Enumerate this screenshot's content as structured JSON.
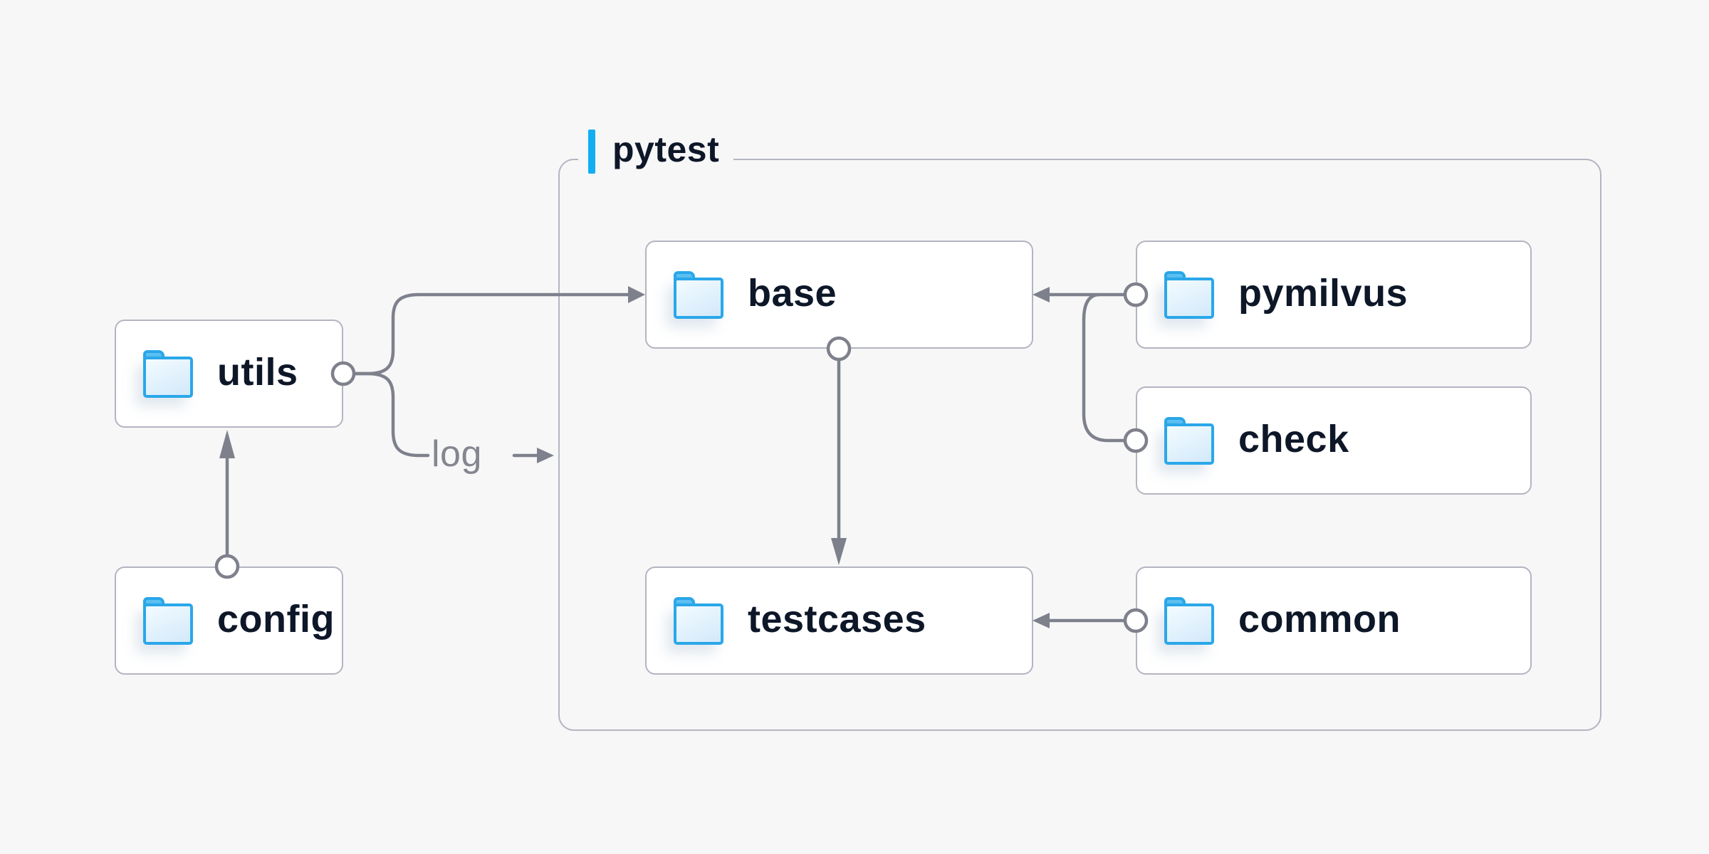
{
  "diagram": {
    "title": "pytest",
    "log_label": "log",
    "nodes": {
      "utils": {
        "label": "utils"
      },
      "config": {
        "label": "config"
      },
      "base": {
        "label": "base"
      },
      "pymilvus": {
        "label": "pymilvus"
      },
      "check": {
        "label": "check"
      },
      "testcases": {
        "label": "testcases"
      },
      "common": {
        "label": "common"
      }
    },
    "container_children": [
      "base",
      "pymilvus",
      "check",
      "testcases",
      "common"
    ],
    "edges": [
      {
        "from": "config",
        "to": "utils",
        "type": "arrow"
      },
      {
        "from": "utils",
        "to": "base",
        "type": "arrow"
      },
      {
        "from": "utils",
        "to": "pytest",
        "type": "labeled-arrow",
        "label": "log"
      },
      {
        "from": "pymilvus",
        "to": "base",
        "type": "arrow"
      },
      {
        "from": "check",
        "to": "base",
        "type": "joins-pymilvus-line"
      },
      {
        "from": "base",
        "to": "testcases",
        "type": "arrow"
      },
      {
        "from": "common",
        "to": "testcases",
        "type": "arrow"
      }
    ],
    "colors": {
      "background": "#f7f7f8",
      "node_fill": "#ffffff",
      "border": "#b3b5c0",
      "line": "#7e818c",
      "text": "#0d1728",
      "muted_text": "#84868f",
      "accent": "#12aef2",
      "folder_stroke": "#2aa7e9",
      "folder_tab": "#49b6ee",
      "folder_fill_top": "#f3fbff",
      "folder_fill_bottom": "#d2e9fa"
    }
  }
}
